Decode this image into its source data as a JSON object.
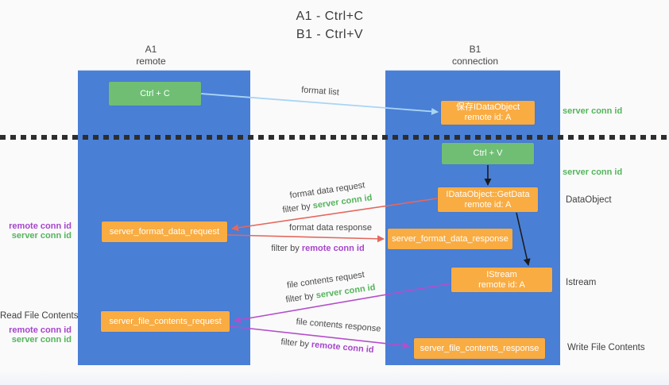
{
  "title": {
    "line1": "A1 - Ctrl+C",
    "line2": "B1 - Ctrl+V"
  },
  "lanes": {
    "left": {
      "title": "A1",
      "subtitle": "remote"
    },
    "right": {
      "title": "B1",
      "subtitle": "connection"
    }
  },
  "boxes": {
    "ctrl_c": {
      "label": "Ctrl + C"
    },
    "save_dataobject": {
      "line1": "保存IDataObject",
      "line2": "remote id: A"
    },
    "ctrl_v": {
      "label": "Ctrl + V"
    },
    "getdata": {
      "line1": "IDataObject::GetData",
      "line2": "remote id: A"
    },
    "format_request": {
      "label": "server_format_data_request"
    },
    "format_response": {
      "label": "server_format_data_response"
    },
    "istream": {
      "line1": "IStream",
      "line2": "remote id: A"
    },
    "file_request": {
      "label": "server_file_contents_request"
    },
    "file_response": {
      "label": "server_file_contents_response"
    }
  },
  "arrows": {
    "format_list": {
      "label": "format list"
    },
    "format_data_request": {
      "label": "format data request",
      "filter_prefix": "filter by",
      "filter_key": "server conn id"
    },
    "format_data_response": {
      "label": "format data response",
      "filter_prefix": "filter by",
      "filter_key": "remote conn id"
    },
    "file_contents_request": {
      "label": "file contents request",
      "filter_prefix": "filter by",
      "filter_key": "server conn id"
    },
    "file_contents_response": {
      "label": "file contents response",
      "filter_prefix": "filter by",
      "filter_key": "remote conn id"
    }
  },
  "annotations": {
    "right_top_server_conn_id": "server conn id",
    "right_mid_server_conn_id": "server conn id",
    "dataobject": "DataObject",
    "istream": "Istream",
    "write_file_contents": "Write File Contents",
    "read_file_contents": "Read File Contents",
    "left_format": {
      "remote_conn_id": "remote conn id",
      "server_conn_id": "server conn id"
    },
    "left_file": {
      "remote_conn_id": "remote conn id",
      "server_conn_id": "server conn id"
    }
  },
  "colors": {
    "lane_blue": "#4a7fd6",
    "box_green": "#6fbe74",
    "box_orange": "#f9ac42",
    "arrow_light_blue": "#a9d5f4",
    "arrow_red": "#e5685c",
    "arrow_purple": "#b44ecb",
    "arrow_black": "#1c1c1c",
    "key_green": "#55b45b",
    "key_purple": "#a744cb",
    "label_dark": "#4a4a4a",
    "dotted_line": "#2e2e2e"
  }
}
